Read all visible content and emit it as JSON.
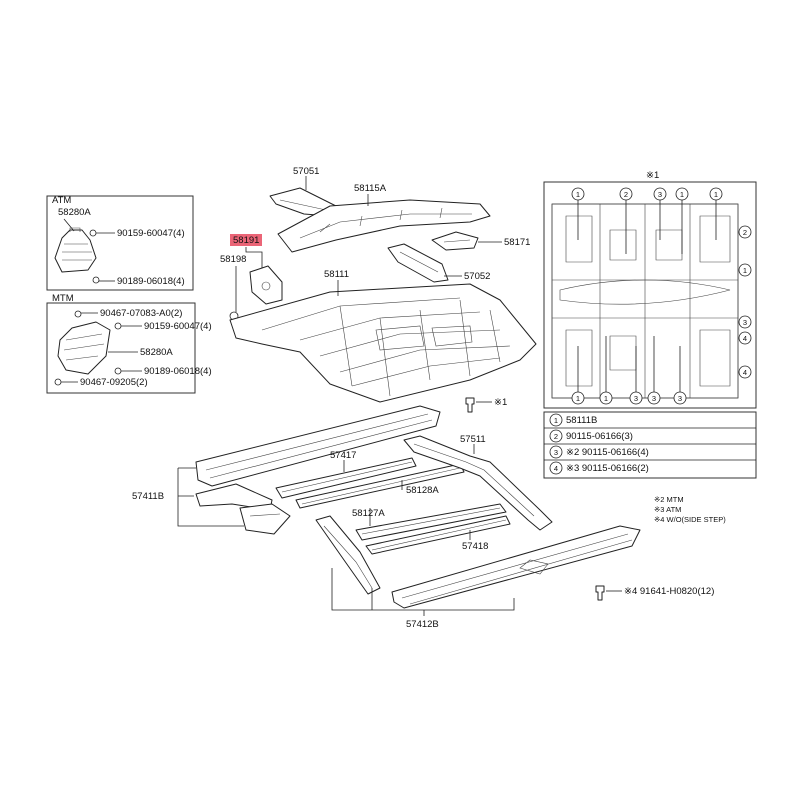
{
  "callouts": {
    "p57051": "57051",
    "p58115a": "58115A",
    "p58191": "58191",
    "p58198": "58198",
    "p58171": "58171",
    "p58111": "58111",
    "p57052": "57052",
    "p57511": "57511",
    "p57417": "57417",
    "p58128a": "58128A",
    "p57411b": "57411B",
    "p58127a": "58127A",
    "p57418": "57418",
    "p57412b": "57412B",
    "bolt_note": "※1",
    "bolt_spec": "※4 91641-H0820(12)"
  },
  "highlight": {
    "part": "58191",
    "color": "#e84a5f"
  },
  "atm_box": {
    "title": "ATM",
    "part": "58280A",
    "bolt1": "90159-60047(4)",
    "bolt2": "90189-06018(4)"
  },
  "mtm_box": {
    "title": "MTM",
    "bolt1": "90467-07083-A0(2)",
    "bolt2": "90159-60047(4)",
    "part": "58280A",
    "bolt3": "90189-06018(4)",
    "bolt4": "90467-09205(2)"
  },
  "inset": {
    "title": "※1",
    "top_markers": [
      "1",
      "2",
      "3",
      "1",
      "1"
    ],
    "right_markers": [
      "2",
      "1",
      "3",
      "4",
      "4"
    ],
    "bottom_markers": [
      "1",
      "1",
      "3",
      "3",
      "3"
    ]
  },
  "legend": {
    "items": [
      {
        "num": "1",
        "text": "58111B"
      },
      {
        "num": "2",
        "text": "90115-06166(3)"
      },
      {
        "num": "3",
        "text": "※2 90115-06166(4)"
      },
      {
        "num": "4",
        "text": "※3 90115-06166(2)"
      }
    ]
  },
  "notes": [
    "※2 MTM",
    "※3 ATM",
    "※4 W/O(SIDE STEP)"
  ]
}
